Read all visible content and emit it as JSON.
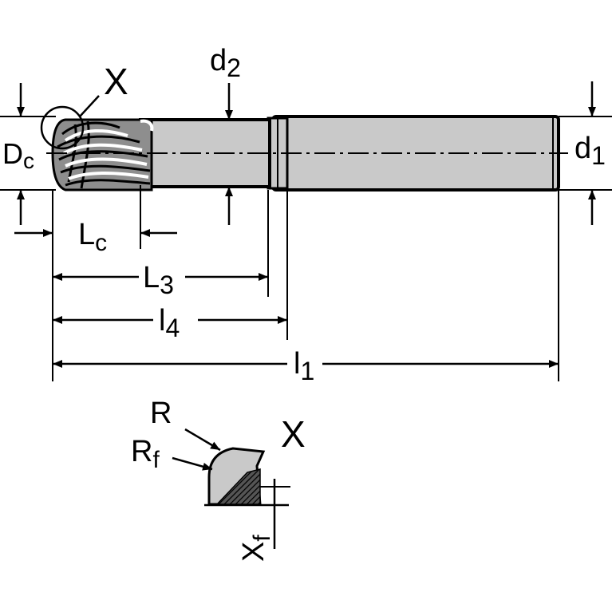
{
  "labels": {
    "X": "X",
    "d2_main": "d",
    "d2_sub": "2",
    "Dc_main": "D",
    "Dc_sub": "c",
    "d1_main": "d",
    "d1_sub": "1",
    "Lc_main": "L",
    "Lc_sub": "c",
    "L3_main": "L",
    "L3_sub": "3",
    "l4_main": "l",
    "l4_sub": "4",
    "l1_main": "l",
    "l1_sub": "1"
  },
  "detail": {
    "X": "X",
    "R": "R",
    "Rf_main": "R",
    "Rf_sub": "f",
    "Xf_main": "X",
    "Xf_sub": "f"
  },
  "colors": {
    "body_fill": "#c9c9c9",
    "line": "#000000",
    "background": "#ffffff"
  }
}
